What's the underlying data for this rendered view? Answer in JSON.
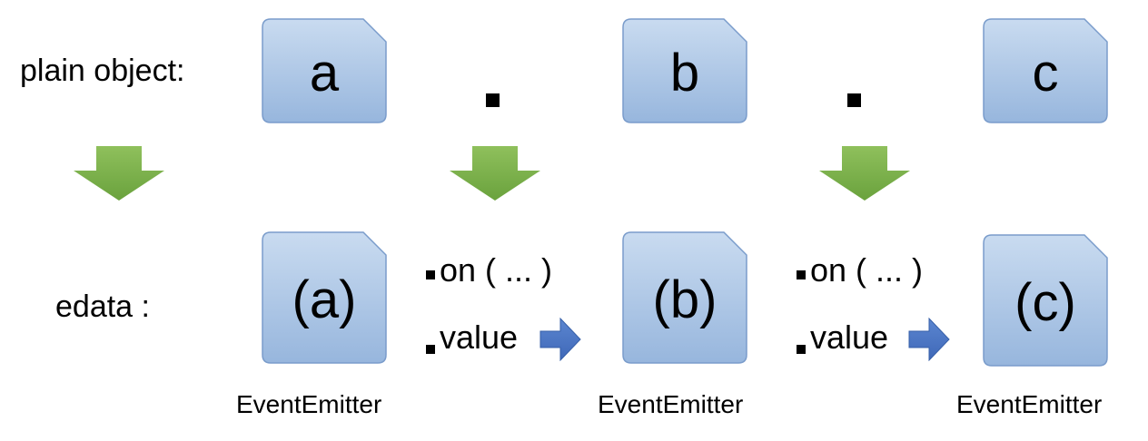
{
  "labels": {
    "plain_object": "plain object:",
    "edata": "edata :"
  },
  "plain_cards": [
    "a",
    "b",
    "c"
  ],
  "edata_cards": [
    "(a)",
    "(b)",
    "(c)"
  ],
  "methods": {
    "on": "on ( ... )",
    "value": "value"
  },
  "caption": "EventEmitter",
  "colors": {
    "card_top": "#c5d8ef",
    "card_bottom": "#9ab8de",
    "card_border": "#7a9ccb",
    "down_arrow": "#7bae4a",
    "right_arrow": "#4874c4"
  },
  "icons": [
    "down-arrow-icon",
    "right-arrow-icon"
  ]
}
